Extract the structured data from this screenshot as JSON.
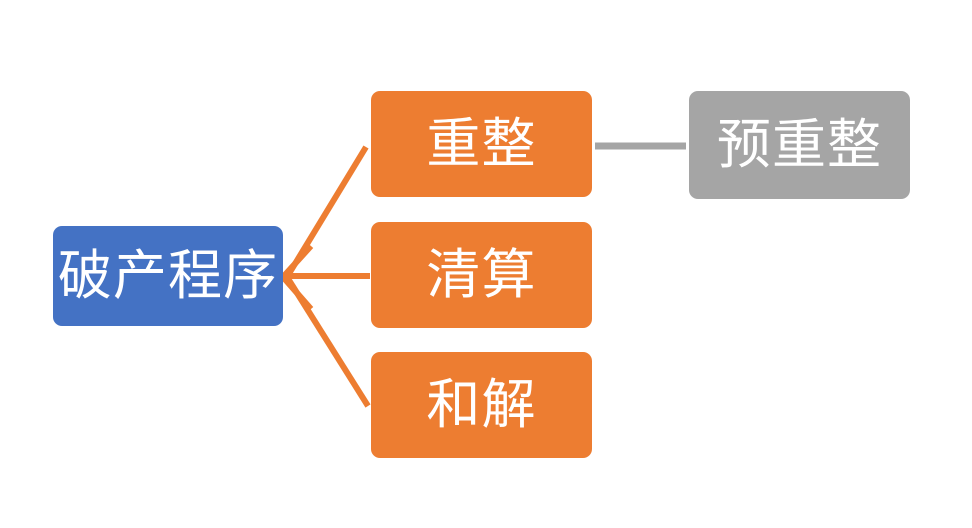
{
  "diagram": {
    "type": "hierarchy",
    "title": "破产程序",
    "background_color": "#FFFFFF",
    "root": {
      "label": "破产程序",
      "color": "#4472C4",
      "text_color": "#FFFFFF"
    },
    "branches": [
      {
        "label": "重整",
        "color": "#ED7D31",
        "text_color": "#FFFFFF"
      },
      {
        "label": "清算",
        "color": "#ED7D31",
        "text_color": "#FFFFFF"
      },
      {
        "label": "和解",
        "color": "#ED7D31",
        "text_color": "#FFFFFF"
      }
    ],
    "sub_node": {
      "label": "预重整",
      "color": "#A5A5A5",
      "text_color": "#FFFFFF",
      "attached_to": "重整"
    },
    "connectors": {
      "branch_line_color": "#ED7D31",
      "sub_line_color": "#A5A5A5",
      "arrow_direction": "to-root"
    }
  }
}
